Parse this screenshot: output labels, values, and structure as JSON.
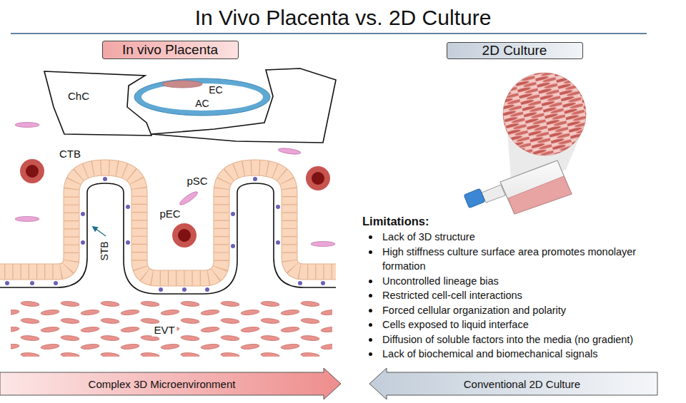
{
  "diagram": {
    "title": "In Vivo Placenta vs. 2D Culture",
    "nodes": [
      {
        "text": [
          "In vivo Placenta"
        ]
      },
      {
        "text": [
          "2D Culture"
        ]
      },
      {
        "text": [
          "Complex 3D Microenvironment"
        ]
      },
      {
        "text": [
          "Conventional 2D Culture"
        ]
      }
    ],
    "labels": [
      "ChC",
      "EC",
      "AC",
      "CTB",
      "pSC",
      "pEC",
      "STB",
      "EVT",
      "Limitations:",
      "Lack of 3D structure",
      "High stiffness culture surface area promotes monolayer formation",
      "Uncontrolled lineage bias",
      "Restricted cell-cell interactions",
      "Forced cellular organization and polarity",
      "Cells exposed to liquid interface",
      "Diffusion of soluble factors into the media (no gradient)",
      "Lack of biochemical and biomechanical signals"
    ]
  }
}
